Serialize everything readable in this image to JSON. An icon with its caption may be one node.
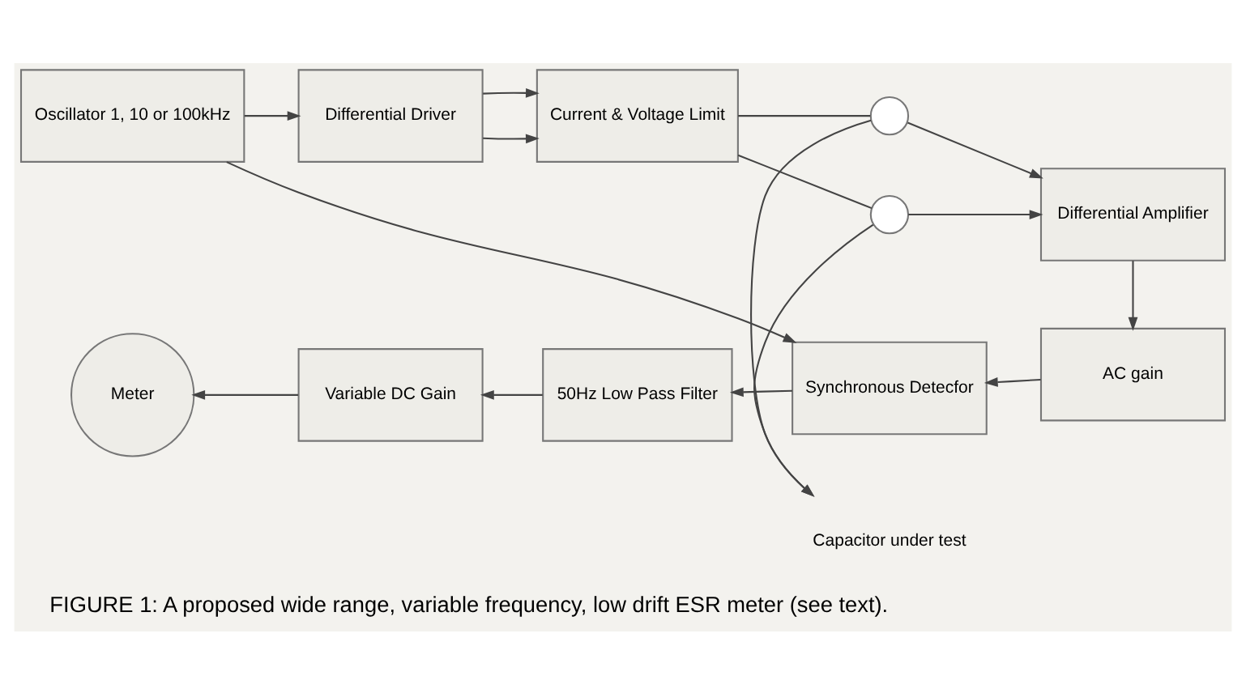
{
  "diagram": {
    "caption": "FIGURE 1: A proposed wide range, variable frequency, low drift ESR meter (see text).",
    "nodes": [
      {
        "text": [
          "Oscillator 1, 10 or 100kHz"
        ]
      },
      {
        "text": [
          "Differential Driver"
        ]
      },
      {
        "text": [
          "Current & Voltage Limit"
        ]
      },
      {
        "text": [],
        "shape": "circle"
      },
      {
        "text": [
          "Capacitor under test"
        ]
      },
      {
        "text": [],
        "shape": "circle"
      },
      {
        "text": [
          "Differential Amplifier"
        ]
      },
      {
        "text": [
          "AC gain"
        ]
      },
      {
        "text": [
          "Synchronous Detecfor"
        ]
      },
      {
        "text": [
          "50Hz Low Pass Filter"
        ]
      },
      {
        "text": [
          "Variable DC Gain"
        ]
      },
      {
        "text": [
          "Meter"
        ]
      }
    ],
    "edges": [
      {
        "from": 0,
        "to": 1,
        "arrow": "to"
      },
      {
        "from": 1,
        "to": 2,
        "arrow": "to"
      },
      {
        "from": 1,
        "to": 2,
        "arrow": "to"
      },
      {
        "from": 2,
        "to": 3,
        "arrow": "none"
      },
      {
        "from": 2,
        "to": 5,
        "arrow": "none"
      },
      {
        "from": 3,
        "to": 4,
        "arrow": "to"
      },
      {
        "from": 5,
        "to": 4,
        "arrow": "to"
      },
      {
        "from": 3,
        "to": 6,
        "arrow": "to"
      },
      {
        "from": 5,
        "to": 6,
        "arrow": "to"
      },
      {
        "from": 6,
        "to": 7,
        "arrow": "to"
      },
      {
        "from": 0,
        "to": 8,
        "arrow": "to"
      },
      {
        "from": 7,
        "to": 8,
        "arrow": "to"
      },
      {
        "from": 8,
        "to": 9,
        "arrow": "to"
      },
      {
        "from": 9,
        "to": 10,
        "arrow": "to"
      },
      {
        "from": 10,
        "to": 11,
        "arrow": "to"
      }
    ]
  }
}
